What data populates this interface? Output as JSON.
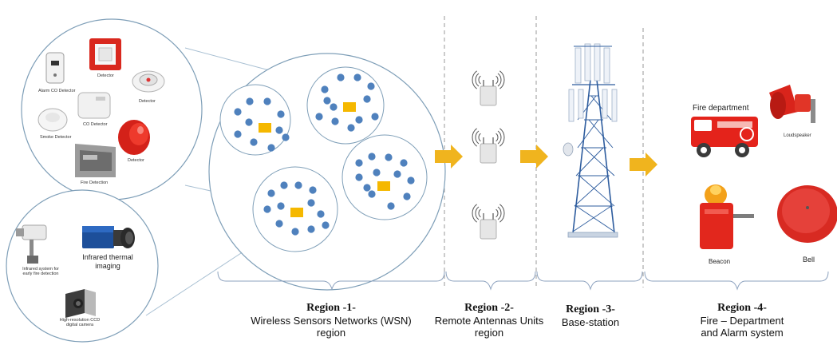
{
  "sensors": {
    "alarm_co_detector": "Alarm CO Detector",
    "detector_red_box": "Detector",
    "detector_ceiling": "Detector",
    "co_detector": "CO Detector",
    "smoke_detector": "Smoke Detector",
    "detector_red_bell": "Detector",
    "fire_detection": "Fire Detection"
  },
  "cameras": {
    "infrared_system": "Infrared system for early fire detection",
    "infrared_thermal": "Infrared thermal imaging",
    "ccd_camera": "High-resolution CCD digital camera"
  },
  "alarm": {
    "fire_department": "Fire department",
    "loudspeaker": "Loudspeaker",
    "beacon": "Beacon",
    "bell": "Bell"
  },
  "regions": [
    {
      "title": "Region -1-",
      "line1": "Wireless Sensors Networks (WSN)",
      "line2": "region"
    },
    {
      "title": "Region -2-",
      "line1": "Remote Antennas Units",
      "line2": "region"
    },
    {
      "title": "Region -3-",
      "line1": "Base-station",
      "line2": ""
    },
    {
      "title": "Region -4-",
      "line1": "Fire – Department",
      "line2": "and Alarm system"
    }
  ],
  "colors": {
    "sensor_node": "#4f81bd",
    "cluster_head": "#f5b800",
    "arrow": "#f0b41e",
    "outline": "#7f9fb8",
    "truck_red": "#e4231b"
  }
}
